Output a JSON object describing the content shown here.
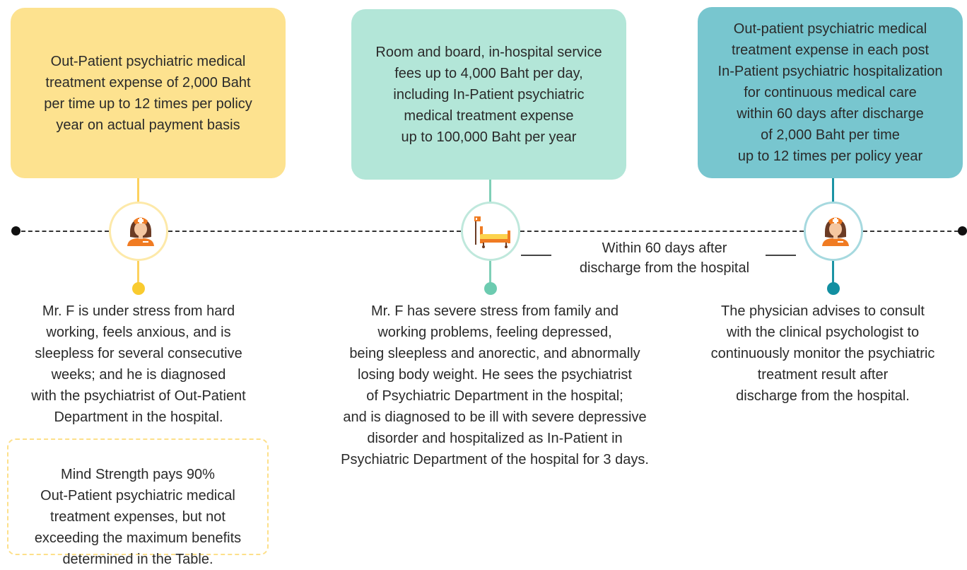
{
  "cards": {
    "opd": "Out-Patient psychiatric medical\ntreatment expense of 2,000 Baht\nper time up to 12 times per policy\nyear on actual payment basis",
    "ipd": "Room and board, in-hospital service\nfees up to 4,000 Baht per day,\nincluding In-Patient psychiatric\nmedical treatment expense\nup to 100,000 Baht per year",
    "post_ipd": "Out-patient psychiatric medical\ntreatment expense in each post\nIn-Patient psychiatric hospitalization\nfor continuous medical care\nwithin 60 days after discharge\nof 2,000 Baht per time\nup to 12 times per policy year"
  },
  "steps": {
    "step1": "Mr. F is under stress from hard\nworking, feels anxious, and is\nsleepless for several consecutive\nweeks; and he is diagnosed\nwith the psychiatrist of Out-Patient\nDepartment in the hospital.",
    "step2": "Mr. F has severe stress from family and\nworking problems, feeling depressed,\nbeing sleepless and anorectic, and abnormally\nlosing body weight. He sees the psychiatrist\nof Psychiatric Department in the hospital;\nand is diagnosed to be ill with severe depressive\ndisorder and hospitalized as In-Patient in\nPsychiatric Department of the hospital for 3 days.",
    "step3": "The physician advises to consult\nwith the clinical psychologist to\ncontinuously monitor the psychiatric\ntreatment result after\ndischarge from the hospital."
  },
  "within_label": "Within 60 days after\ndischarge from the hospital",
  "benefit_note": "Mind Strength pays 90%\nOut-Patient psychiatric medical\ntreatment expenses, but not\nexceeding the maximum benefits\ndetermined in the Table.",
  "icons": [
    "nurse-icon",
    "hospital-bed-icon",
    "nurse-icon"
  ],
  "colors": {
    "yellow": "#fde28f",
    "mint": "#b3e6d8",
    "teal": "#78c6cf"
  }
}
